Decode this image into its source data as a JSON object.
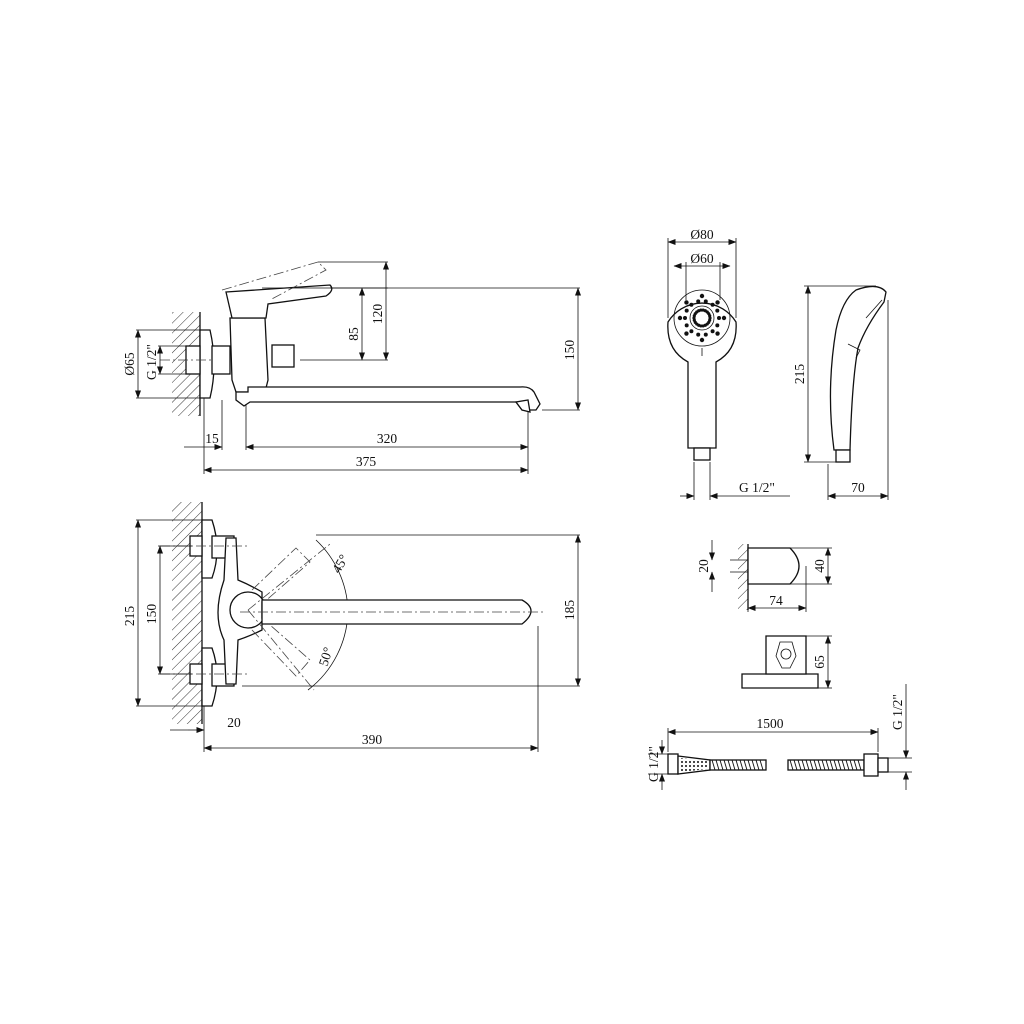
{
  "side_view": {
    "d_flange": "Ø65",
    "thread": "G 1/2\"",
    "h_lever": "85",
    "h_lever_open": "120",
    "h_total": "150",
    "w_wall": "15",
    "w_spout": "320",
    "w_total": "375"
  },
  "top_view": {
    "h_outer": "215",
    "h_centers": "150",
    "spout_width": "185",
    "angle_up": "45°",
    "angle_down": "50°",
    "w_wall": "20",
    "w_total": "390"
  },
  "shower_head": {
    "d_outer": "Ø80",
    "d_face": "Ø60",
    "length": "215",
    "thread": "G 1/2\"",
    "depth": "70"
  },
  "holder": {
    "h_hole": "20",
    "h_body": "40",
    "w_body": "74",
    "h_bracket": "65"
  },
  "hose": {
    "length": "1500",
    "thread_left": "G 1/2\"",
    "thread_right": "G 1/2\""
  }
}
